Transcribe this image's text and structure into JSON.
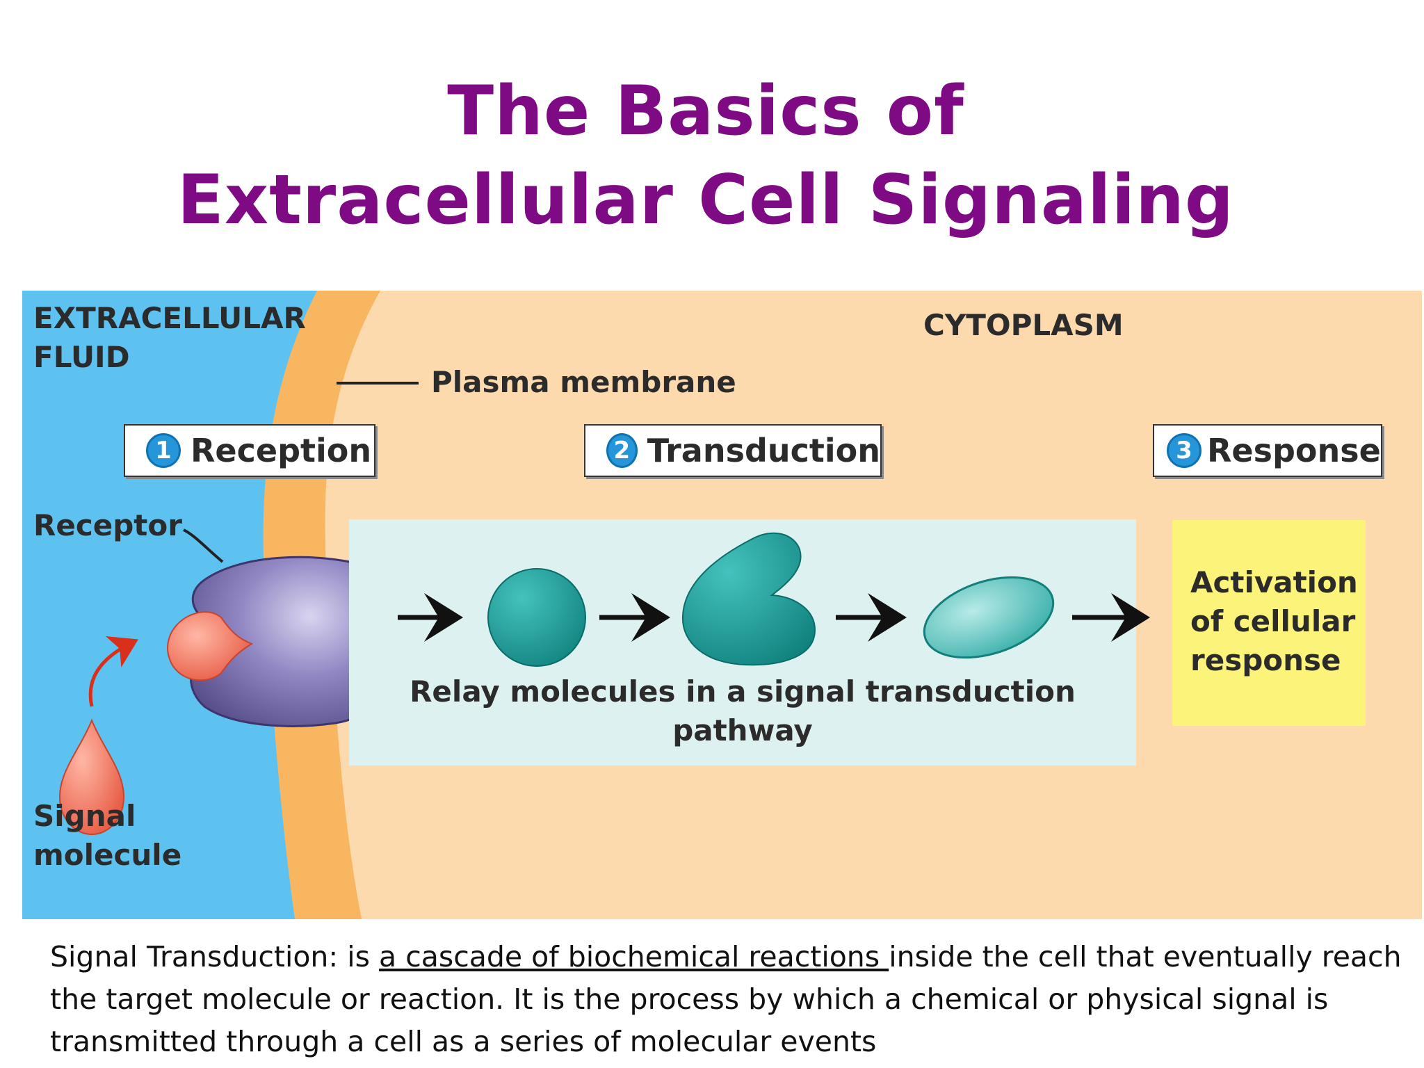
{
  "title": {
    "line1": "The Basics of",
    "line2": "Extracellular Cell Signaling"
  },
  "diagram": {
    "extracellular_label": [
      "EXTRACELLULAR",
      "FLUID"
    ],
    "cytoplasm_label": "CYTOPLASM",
    "membrane_label": "Plasma membrane",
    "receptor_label": "Receptor",
    "signal_label": [
      "Signal",
      "molecule"
    ],
    "steps": [
      {
        "num": "1",
        "label": "Reception"
      },
      {
        "num": "2",
        "label": "Transduction"
      },
      {
        "num": "3",
        "label": "Response"
      }
    ],
    "relay_label": "Relay molecules in a signal transduction pathway",
    "response_label": [
      "Activation",
      "of cellular",
      "response"
    ],
    "colors": {
      "extracellular": "#5ec2f0",
      "membrane": "#f7b65f",
      "cytoplasm": "#fdd9ae",
      "relay_box": "#def1f1",
      "response_box": "#fcf37a",
      "receptor": "#7c6fae",
      "signal": "#f2755d",
      "relay_molecule": "#1f9e9a",
      "step_number": "#2496d9"
    }
  },
  "caption": {
    "prefix": "Signal Transduction: is ",
    "underlined": "a cascade of biochemical reactions ",
    "rest": "inside the cell that eventually reach the target molecule or reaction. It is the process by which a chemical or physical signal is transmitted through a cell as a series of molecular events"
  }
}
